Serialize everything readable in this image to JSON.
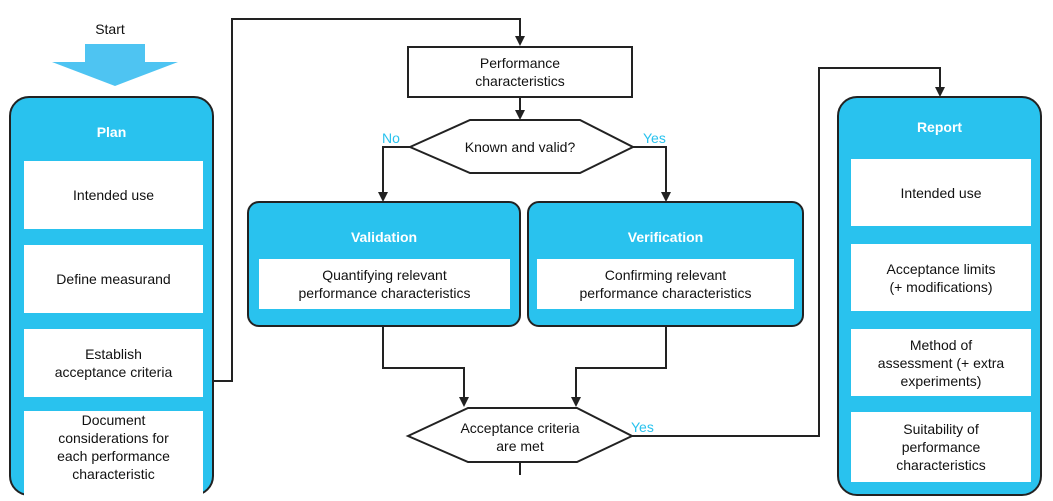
{
  "start_label": "Start",
  "colors": {
    "panel_fill": "#29c2ee",
    "arrow_fill": "#4ec4f2",
    "line": "#222222",
    "yes_no_text": "#29c2ee"
  },
  "plan": {
    "title": "Plan",
    "items": [
      "Intended use",
      "Define measurand",
      "Establish\nacceptance criteria",
      "Document\nconsiderations for\neach performance\ncharacteristic"
    ]
  },
  "top_box": "Performance\ncharacteristics",
  "decision_known": {
    "label": "Known and valid?",
    "no": "No",
    "yes": "Yes"
  },
  "validation": {
    "title": "Validation",
    "body": "Quantifying relevant\nperformance characteristics"
  },
  "verification": {
    "title": "Verification",
    "body": "Confirming relevant\nperformance characteristics"
  },
  "decision_accept": {
    "label": "Acceptance criteria\nare met",
    "yes": "Yes"
  },
  "report": {
    "title": "Report",
    "items": [
      "Intended use",
      "Acceptance limits\n(+ modifications)",
      "Method of\nassessment (+ extra\nexperiments)",
      "Suitability of\nperformance\ncharacteristics"
    ]
  }
}
